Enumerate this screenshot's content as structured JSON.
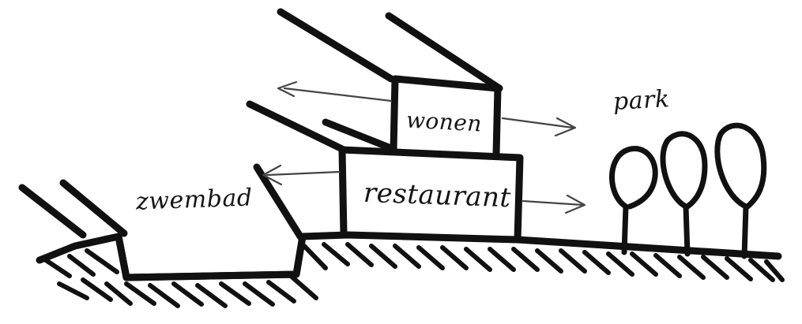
{
  "labels": {
    "zwembad": "zwembad",
    "wonen": "wonen",
    "restaurant": "restaurant",
    "park": "park"
  },
  "colors": {
    "ink": "#111111",
    "paper": "#ffffff"
  }
}
